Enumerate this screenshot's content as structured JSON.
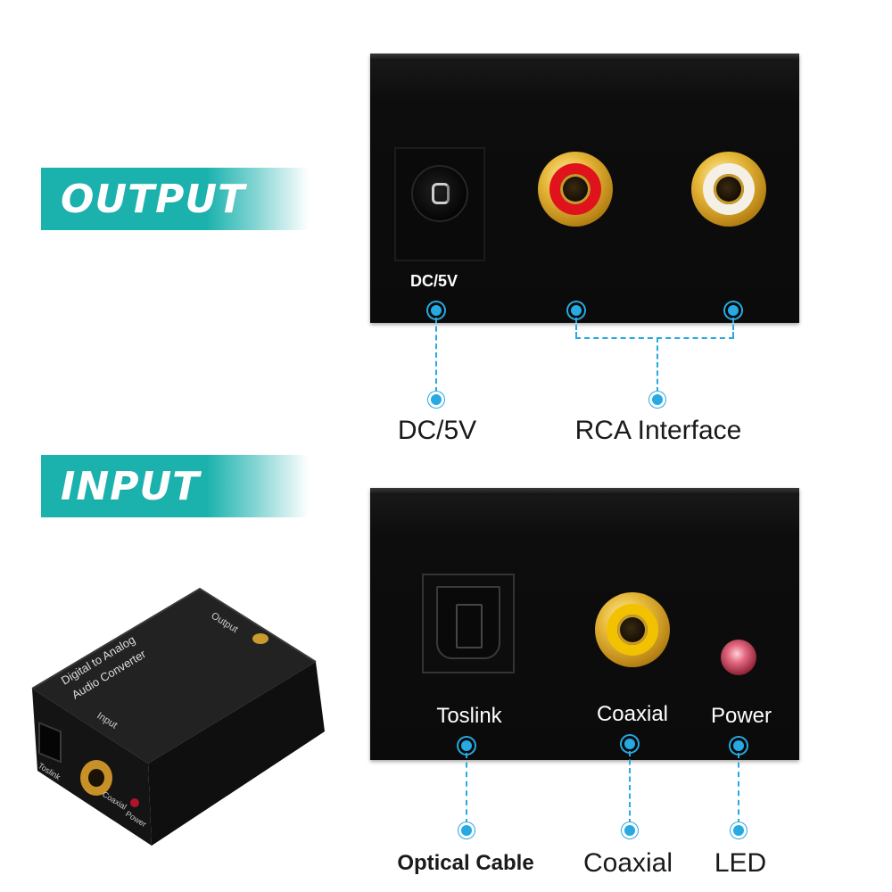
{
  "sections": {
    "output_title": "OUTPUT",
    "input_title": "INPUT"
  },
  "output_panel": {
    "dc_panel_label": "DC/5V",
    "rca_left_color": "#e0121b",
    "rca_right_color": "#f4f0e6"
  },
  "output_captions": {
    "dc": "DC/5V",
    "rca": "RCA Interface"
  },
  "input_panel": {
    "toslink_label": "Toslink",
    "coaxial_label": "Coaxial",
    "power_label": "Power",
    "coaxial_jack_color": "#f2c200"
  },
  "input_captions": {
    "optical": "Optical Cable",
    "coaxial": "Coaxial",
    "led": "LED"
  },
  "device_photo": {
    "top_text_line1": "Digital to Analog",
    "top_text_line2": "Audio Converter",
    "output_text": "Output",
    "input_text": "Input",
    "toslink_text": "Toslink",
    "coaxial_text": "Coaxial",
    "power_text": "Power"
  },
  "accent_color": "#27a9e1",
  "banner_color": "#1bb2ae"
}
